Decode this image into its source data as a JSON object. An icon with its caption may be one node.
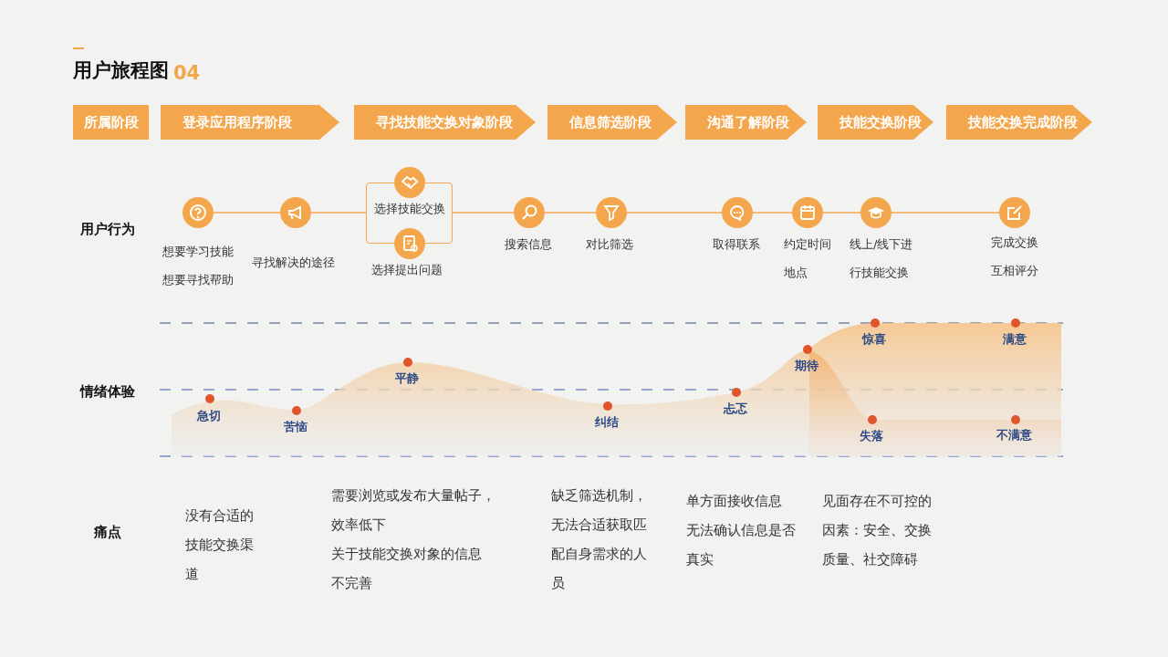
{
  "diagram": {
    "title": "用户旅程图",
    "nodes": [
      {
        "text": [
          "所属阶段"
        ]
      },
      {
        "text": [
          "登录应用程序阶段"
        ]
      },
      {
        "text": [
          "寻找技能交换对象阶段"
        ]
      },
      {
        "text": [
          "信息筛选阶段"
        ]
      },
      {
        "text": [
          "沟通了解阶段"
        ]
      },
      {
        "text": [
          "技能交换阶段"
        ]
      },
      {
        "text": [
          "技能交换完成阶段"
        ]
      },
      {
        "text": [],
        "shape": "circle",
        "beside": [
          "想要学习技能",
          "想要寻找帮助"
        ]
      },
      {
        "text": [],
        "shape": "circle",
        "beside": [
          "寻找解决的途径"
        ]
      },
      {
        "text": [
          "选择技能交换"
        ]
      },
      {
        "text": [],
        "shape": "circle"
      },
      {
        "text": [],
        "shape": "circle",
        "beside": [
          "选择提出问题"
        ]
      },
      {
        "text": [],
        "shape": "circle",
        "beside": [
          "搜索信息"
        ]
      },
      {
        "text": [],
        "shape": "circle",
        "beside": [
          "对比筛选"
        ]
      },
      {
        "text": [],
        "shape": "circle",
        "beside": [
          "取得联系"
        ]
      },
      {
        "text": [],
        "shape": "circle",
        "beside": [
          "约定时间地点"
        ]
      },
      {
        "text": [],
        "shape": "circle",
        "beside": [
          "线上/线下进行技能交换"
        ]
      },
      {
        "text": [],
        "shape": "circle",
        "beside": [
          "完成交换",
          "互相评分"
        ]
      }
    ],
    "edges": [
      {
        "from": 7,
        "to": 8,
        "arrow": "none"
      },
      {
        "from": 8,
        "to": 9,
        "arrow": "none"
      },
      {
        "from": 9,
        "to": 12,
        "arrow": "none"
      },
      {
        "from": 12,
        "to": 13,
        "arrow": "none"
      },
      {
        "from": 13,
        "to": 14,
        "arrow": "none"
      },
      {
        "from": 14,
        "to": 15,
        "arrow": "none"
      },
      {
        "from": 15,
        "to": 16,
        "arrow": "none"
      },
      {
        "from": 16,
        "to": 17,
        "arrow": "none"
      }
    ],
    "labels": [
      "04",
      "用户行为",
      "情绪体验",
      "急切",
      "苦恼",
      "平静",
      "纠结",
      "忐忑",
      "期待",
      "惊喜",
      "满意",
      "失落",
      "不满意",
      "痛点",
      "没有合适的技能交换渠道",
      "需要浏览或发布大量帖子，效率低下",
      "关于技能交换对象的信息不完善",
      "缺乏筛选机制，无法合适获取匹配自身需求的人员",
      "单方面接收信息",
      "无法确认信息是否真实",
      "见面存在不可控的因素：安全、交换质量、社交障碍"
    ]
  }
}
